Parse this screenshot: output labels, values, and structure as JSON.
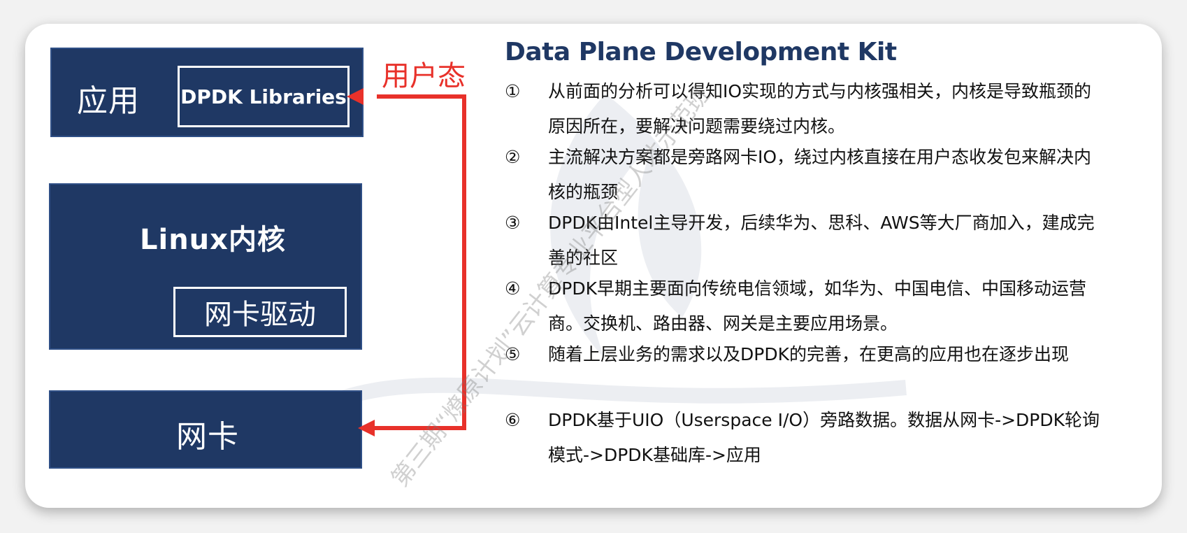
{
  "colors": {
    "box": "#1f3864",
    "accent": "#e8312a",
    "title": "#1f3864"
  },
  "diagram": {
    "app_label": "应用",
    "dpdk_libraries": "DPDK Libraries",
    "kernel_label": "Linux内核",
    "nic_driver": "网卡驱动",
    "nic_label": "网卡",
    "user_mode": "用户态"
  },
  "content": {
    "title": "Data Plane Development Kit",
    "items": [
      {
        "num": "①",
        "text": "从前面的分析可以得知IO实现的方式与内核强相关，内核是导致瓶颈的原因所在，要解决问题需要绕过内核。"
      },
      {
        "num": "②",
        "text": "主流解决方案都是旁路网卡IO，绕过内核直接在用户态收发包来解决内核的瓶颈"
      },
      {
        "num": "③",
        "text": "DPDK由Intel主导开发，后续华为、思科、AWS等大厂商加入，建成完善的社区"
      },
      {
        "num": "④",
        "text": "DPDK早期主要面向传统电信领域，如华为、中国电信、中国移动运营商。交换机、路由器、网关是主要应用场景。"
      },
      {
        "num": "⑤",
        "text": "随着上层业务的需求以及DPDK的完善，在更高的应用也在逐步出现"
      },
      {
        "num": "⑥",
        "text": "DPDK基于UIO（Userspace I/O）旁路数据。数据从网卡->DPDK轮询模式->DPDK基础库->应用"
      }
    ]
  },
  "watermark": "第三期“燎原计划”云计算专业平台型人才示范班"
}
